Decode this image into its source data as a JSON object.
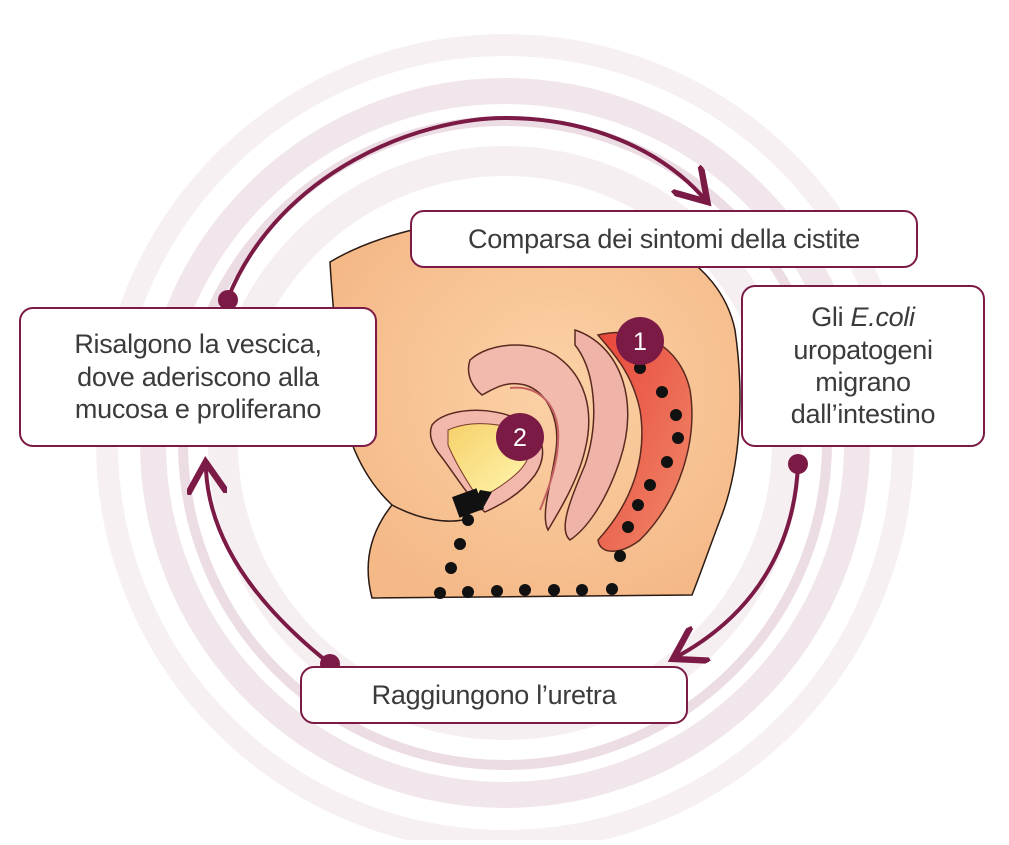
{
  "steps": {
    "symptoms": {
      "text": "Comparsa dei sintomi della cistite"
    },
    "migrate": {
      "prefix": "Gli ",
      "species": "E.coli",
      "line2": "uropatogeni",
      "line3": "migrano",
      "line4": "dall’intestino"
    },
    "urethra": {
      "text": "Raggiungono l’uretra"
    },
    "bladder": {
      "line1": "Risalgono la vescica,",
      "line2": "dove aderiscono alla",
      "line3": "mucosa e proliferano"
    }
  },
  "markers": {
    "one": "1",
    "two": "2"
  },
  "colors": {
    "accent": "#7c1a46",
    "ring": "#f3ebef",
    "skin": "#f8c79a",
    "tissue": "#eaa09a",
    "dots": "#111111"
  }
}
